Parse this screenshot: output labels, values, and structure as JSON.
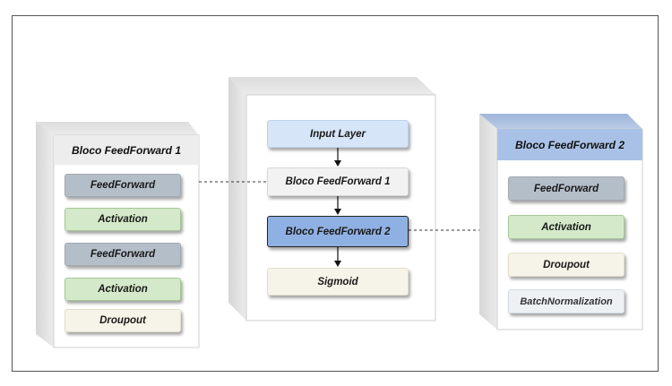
{
  "left_block": {
    "title": "Bloco FeedForward 1",
    "items": [
      "FeedForward",
      "Activation",
      "FeedForward",
      "Activation",
      "Droupout"
    ]
  },
  "center_block": {
    "items": [
      "Input Layer",
      "Bloco FeedForward 1",
      "Bloco FeedForward 2",
      "Sigmoid"
    ]
  },
  "right_block": {
    "title": "Bloco FeedForward 2",
    "items": [
      "FeedForward",
      "Activation",
      "Droupout",
      "BatchNormalization"
    ]
  }
}
